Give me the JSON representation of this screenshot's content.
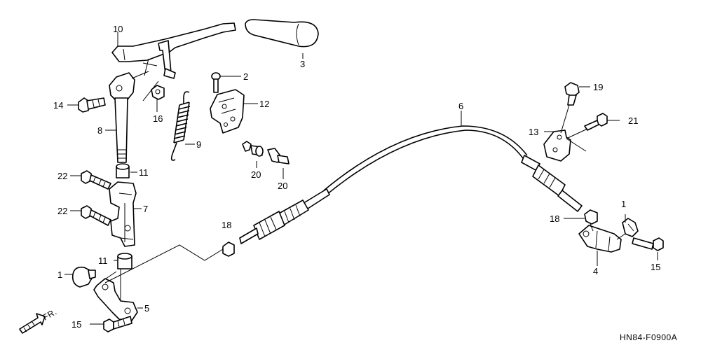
{
  "diagram_code": "HN84-F0900A",
  "front_indicator": "FR.",
  "callouts": [
    {
      "id": "c10",
      "label": "10"
    },
    {
      "id": "c3",
      "label": "3"
    },
    {
      "id": "c2",
      "label": "2"
    },
    {
      "id": "c12",
      "label": "12"
    },
    {
      "id": "c14",
      "label": "14"
    },
    {
      "id": "c16",
      "label": "16"
    },
    {
      "id": "c8",
      "label": "8"
    },
    {
      "id": "c9",
      "label": "9"
    },
    {
      "id": "c11a",
      "label": "11"
    },
    {
      "id": "c22a",
      "label": "22"
    },
    {
      "id": "c7",
      "label": "7"
    },
    {
      "id": "c22b",
      "label": "22"
    },
    {
      "id": "c20a",
      "label": "20"
    },
    {
      "id": "c20b",
      "label": "20"
    },
    {
      "id": "c6",
      "label": "6"
    },
    {
      "id": "c19",
      "label": "19"
    },
    {
      "id": "c13",
      "label": "13"
    },
    {
      "id": "c21",
      "label": "21"
    },
    {
      "id": "c18a",
      "label": "18"
    },
    {
      "id": "c18b",
      "label": "18"
    },
    {
      "id": "c1a",
      "label": "1"
    },
    {
      "id": "c11b",
      "label": "11"
    },
    {
      "id": "c1b",
      "label": "1"
    },
    {
      "id": "c5",
      "label": "5"
    },
    {
      "id": "c15a",
      "label": "15"
    },
    {
      "id": "c4",
      "label": "4"
    },
    {
      "id": "c15b",
      "label": "15"
    }
  ]
}
